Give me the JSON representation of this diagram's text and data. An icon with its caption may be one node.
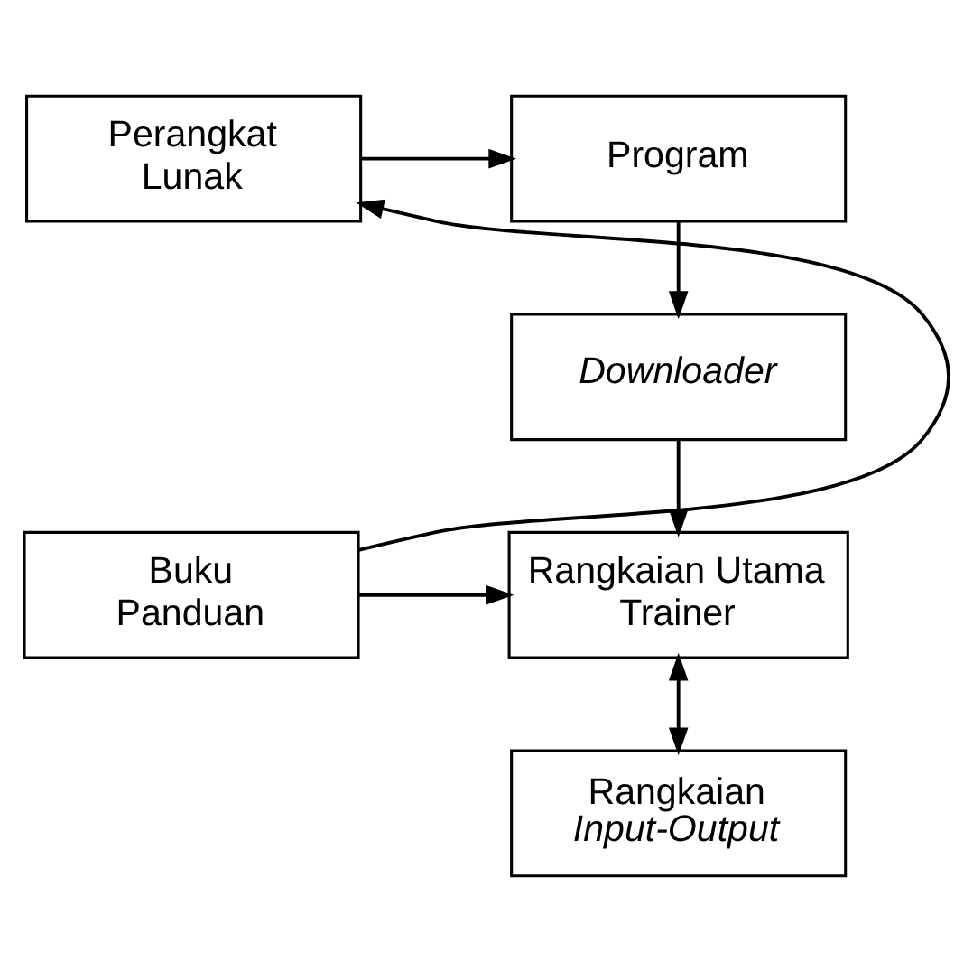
{
  "diagram": {
    "nodes": [
      {
        "text": [
          "Program"
        ]
      },
      {
        "text": [
          "Perangkat Lunak"
        ]
      },
      {
        "text": [
          "Downloader"
        ]
      },
      {
        "text": [
          "Rangkaian Utama Trainer"
        ]
      },
      {
        "text": [
          "Buku Panduan"
        ]
      },
      {
        "text": [
          "Rangkaian *Input-Output*"
        ]
      }
    ],
    "edges": [
      {
        "from": 1,
        "to": 0,
        "arrow": "to"
      },
      {
        "from": 0,
        "to": 2,
        "arrow": "to"
      },
      {
        "from": 2,
        "to": 3,
        "arrow": "to"
      },
      {
        "from": 4,
        "to": 3,
        "arrow": "to"
      },
      {
        "from": 4,
        "to": 1,
        "arrow": "to"
      },
      {
        "from": 3,
        "to": 5,
        "arrow": "both"
      }
    ]
  }
}
